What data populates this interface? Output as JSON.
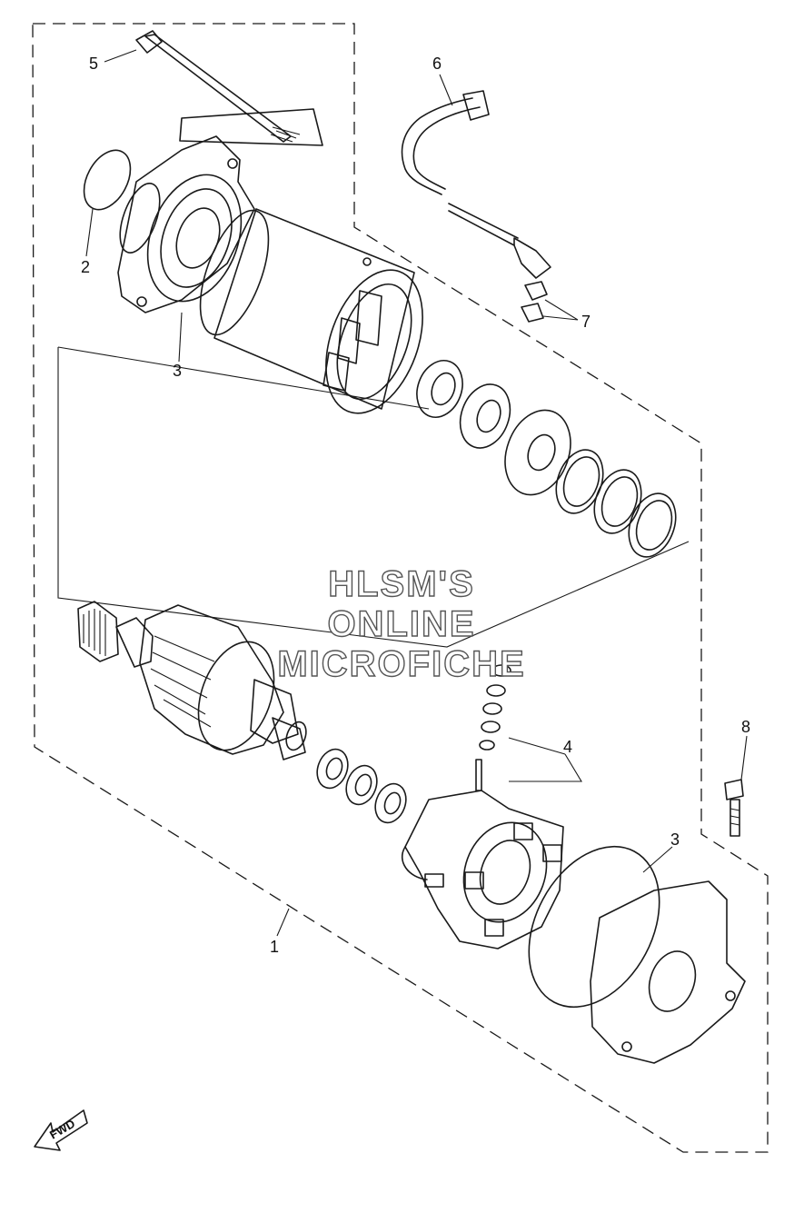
{
  "diagram": {
    "callouts": [
      {
        "id": "callout-1",
        "label": "1"
      },
      {
        "id": "callout-2",
        "label": "2"
      },
      {
        "id": "callout-3a",
        "label": "3"
      },
      {
        "id": "callout-3b",
        "label": "3"
      },
      {
        "id": "callout-4",
        "label": "4"
      },
      {
        "id": "callout-5",
        "label": "5"
      },
      {
        "id": "callout-6",
        "label": "6"
      },
      {
        "id": "callout-7",
        "label": "7"
      },
      {
        "id": "callout-8",
        "label": "8"
      }
    ],
    "watermark": {
      "line1": "HLSM'S",
      "line2": "ONLINE",
      "line3": "MICROFICHE"
    },
    "fwd_label": "FWD"
  }
}
